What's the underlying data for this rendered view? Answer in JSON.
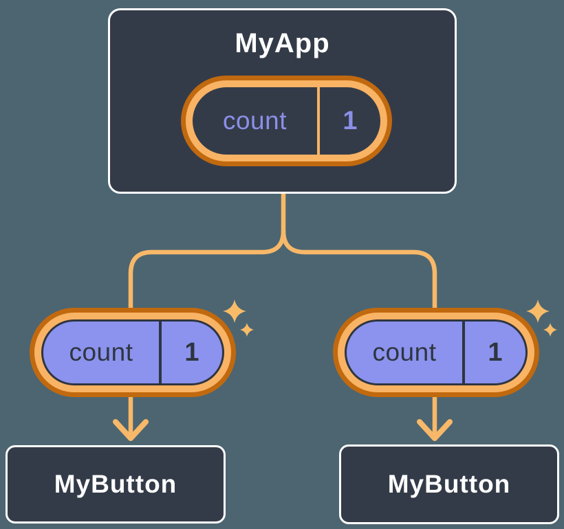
{
  "tree": {
    "root": {
      "label": "MyApp",
      "state": {
        "name": "count",
        "value": "1"
      }
    },
    "children": [
      {
        "label": "MyButton",
        "state": {
          "name": "count",
          "value": "1"
        }
      },
      {
        "label": "MyButton",
        "state": {
          "name": "count",
          "value": "1"
        }
      }
    ]
  },
  "colors": {
    "background": "#4C6571",
    "node_fill": "#343B48",
    "node_border": "#FFFFFF",
    "node_text": "#FFFFFF",
    "pill_outer_ring": "#C1690F",
    "pill_inner_ring": "#F9B364",
    "pill_highlight_fill": "#8B93EE",
    "state_text_purple": "#8A90E8",
    "state_text_dark": "#2F3540",
    "connector_line": "#F8B869",
    "sparkle": "#F8BC69"
  }
}
